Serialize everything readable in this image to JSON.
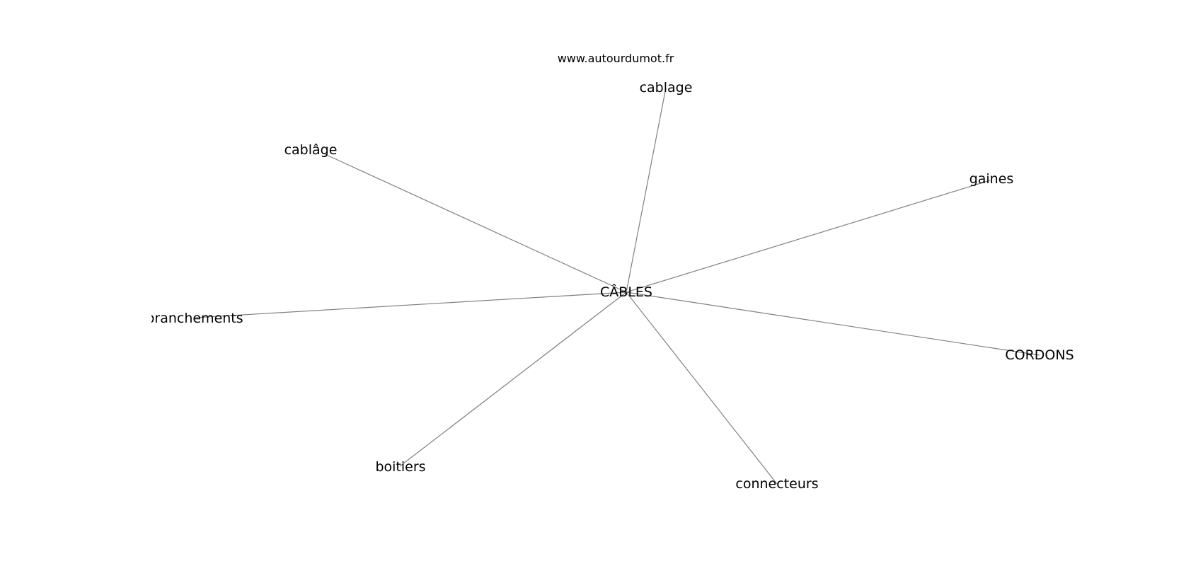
{
  "source": "www.autourdumot.fr",
  "center": "CÂBLES",
  "words": [
    "cablage",
    "cablâge",
    "gaines",
    "branchements",
    "CORDONS",
    "boitiers",
    "connecteurs"
  ],
  "colors": {
    "edge": "#808080",
    "text": "#000000",
    "background": "#ffffff"
  }
}
